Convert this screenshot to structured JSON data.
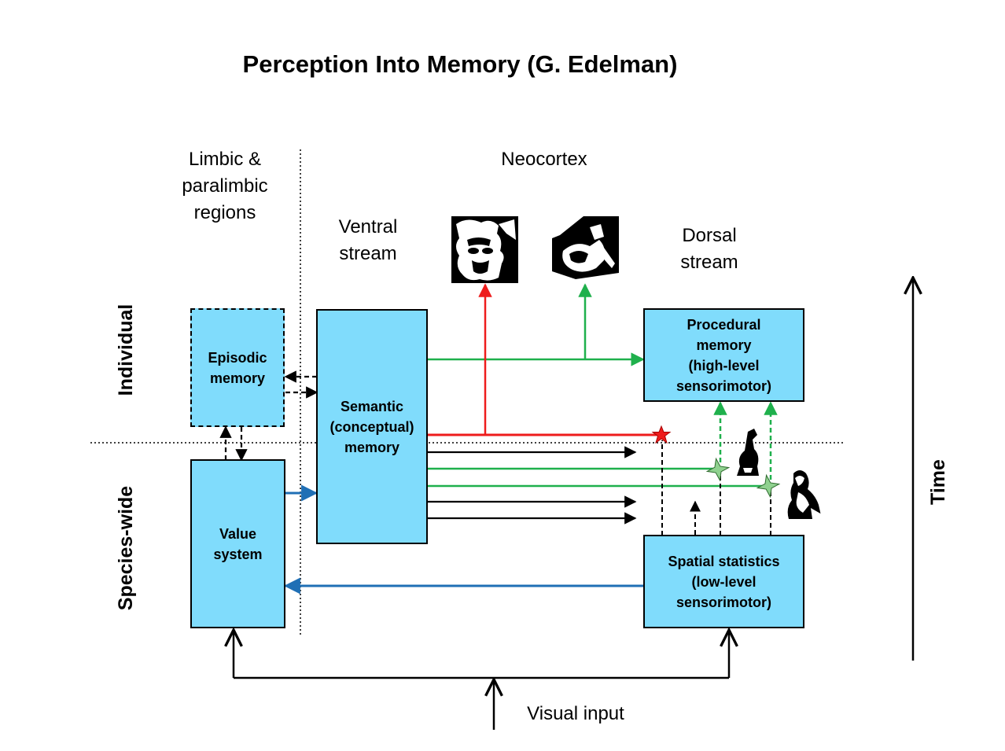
{
  "title": "Perception Into Memory (G. Edelman)",
  "regions": {
    "limbic": "Limbic &\nparalimbic\nregions",
    "neocortex": "Neocortex",
    "ventral": "Ventral\nstream",
    "dorsal": "Dorsal\nstream"
  },
  "side_labels": {
    "individual": "Individual",
    "species_wide": "Species-wide",
    "time": "Time"
  },
  "boxes": {
    "episodic": "Episodic\nmemory",
    "semantic": "Semantic\n(conceptual)\nmemory",
    "value": "Value\nsystem",
    "procedural": "Procedural\nmemory\n(high-level\nsensorimotor)",
    "spatial": "Spatial statistics\n(low-level\nsensorimotor)"
  },
  "input_label": "Visual input",
  "colors": {
    "box_fill": "#80dcfc",
    "red_path": "#ee1c1c",
    "green_path": "#1fb04c",
    "blue_path": "#1f6fb5",
    "star_green": "#8fd18f",
    "star_red": "#ee1c1c"
  },
  "icons": [
    "face-photo-icon",
    "scene-photo-icon",
    "figure-small-icon",
    "figure-large-icon",
    "star-icon"
  ]
}
